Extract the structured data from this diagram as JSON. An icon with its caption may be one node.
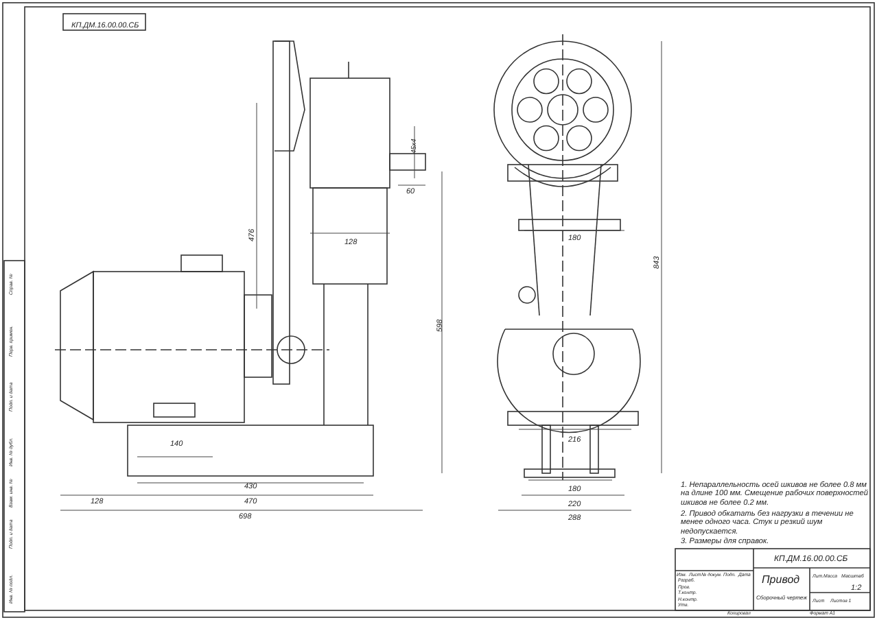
{
  "diagram": {
    "labels": [
      "КП.ДМ.16.00.00.СБ",
      "45х4",
      "60",
      "476",
      "128",
      "598",
      "140",
      "430",
      "128",
      "470",
      "698",
      "180",
      "843",
      "216",
      "180",
      "220",
      "288",
      "1. Непараллельность осей шкивов не более 0.8 мм на длине 100 мм. Смещение рабочих поверхностей шкивов не более 0.2 мм.",
      "2. Привод обкатать без нагрузки в течении не менее одного часа. Стук и резкий шум недопускается.",
      "3. Размеры для справок.",
      "КП.ДМ.16.00.00.СБ",
      "Привод",
      "Сборочный чертеж",
      "1:2",
      "Изм.",
      "Лист",
      "№ докум.",
      "Подп.",
      "Дата",
      "Разраб.",
      "Пров.",
      "Т.контр.",
      "Н.контр.",
      "Утв.",
      "Лит.",
      "Масса",
      "Масштаб",
      "Лист",
      "Листов 1",
      "Копировал",
      "Формат А1",
      "Перв. примен.",
      "Справ. №",
      "Подп. и дата",
      "Инв. № дубл.",
      "Взам. инв. №",
      "Подп. и дата",
      "Инв. № подл."
    ]
  }
}
